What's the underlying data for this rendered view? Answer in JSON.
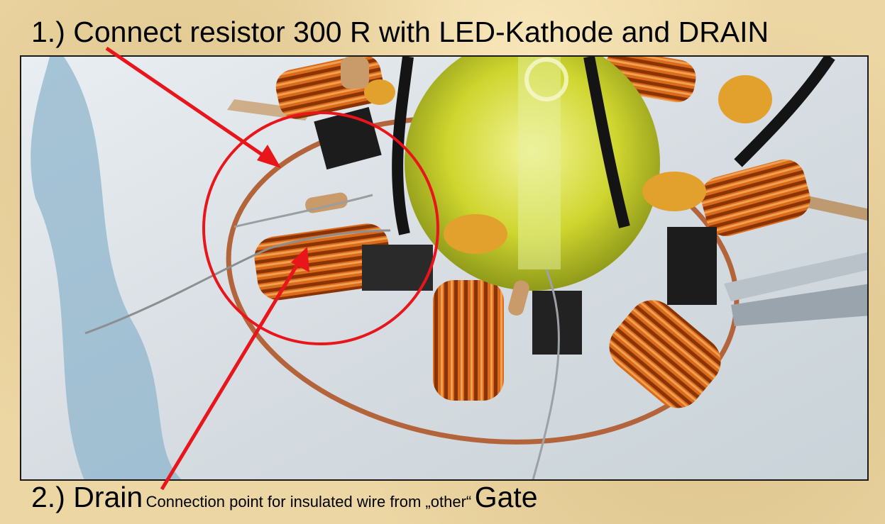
{
  "caption_top": "1.) Connect resistor 300 R with LED-Kathode and DRAIN",
  "caption_bottom": {
    "prefix": "2.) Drain",
    "middle": "Connection point for insulated wire from „other“",
    "suffix": "Gate"
  },
  "colors": {
    "annotation": "#e8151b",
    "copper": "#c65a12",
    "led": "#d8df3a",
    "capacitor": "#e2a12c"
  }
}
